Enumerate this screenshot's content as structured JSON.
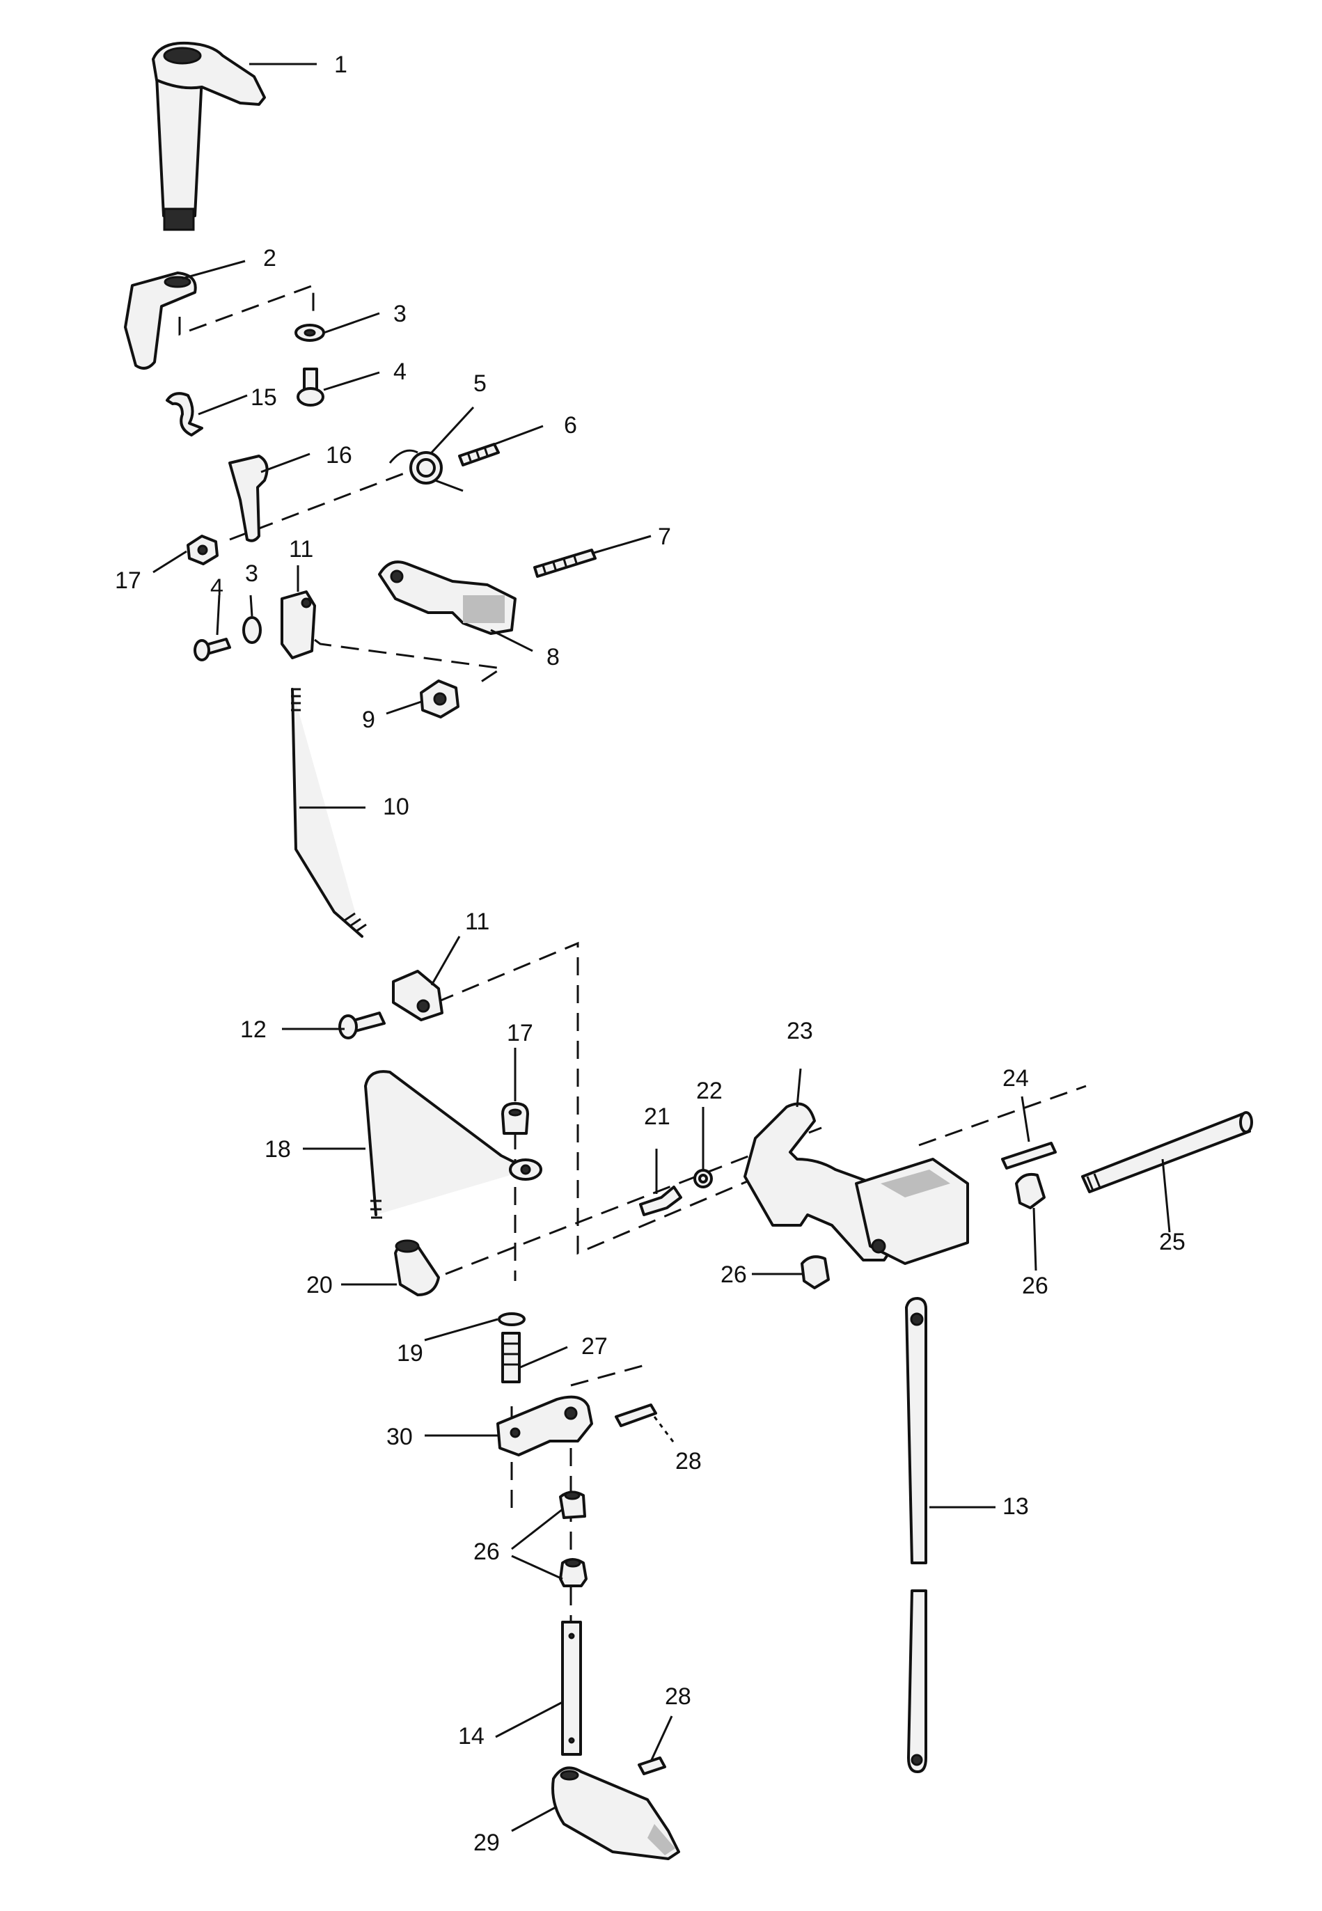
{
  "callouts": {
    "c1": "1",
    "c2": "2",
    "c3a": "3",
    "c4a": "4",
    "c5": "5",
    "c6": "6",
    "c7": "7",
    "c8": "8",
    "c9": "9",
    "c10": "10",
    "c11a": "11",
    "c11b": "11",
    "c12": "12",
    "c13": "13",
    "c14": "14",
    "c15": "15",
    "c16": "16",
    "c17a": "17",
    "c17b": "17",
    "c18": "18",
    "c19": "19",
    "c20": "20",
    "c21": "21",
    "c22": "22",
    "c23": "23",
    "c24": "24",
    "c25": "25",
    "c26a": "26",
    "c26b": "26",
    "c26c": "26",
    "c27": "27",
    "c28a": "28",
    "c28b": "28",
    "c29": "29",
    "c30": "30",
    "c3b": "3",
    "c4b": "4"
  }
}
